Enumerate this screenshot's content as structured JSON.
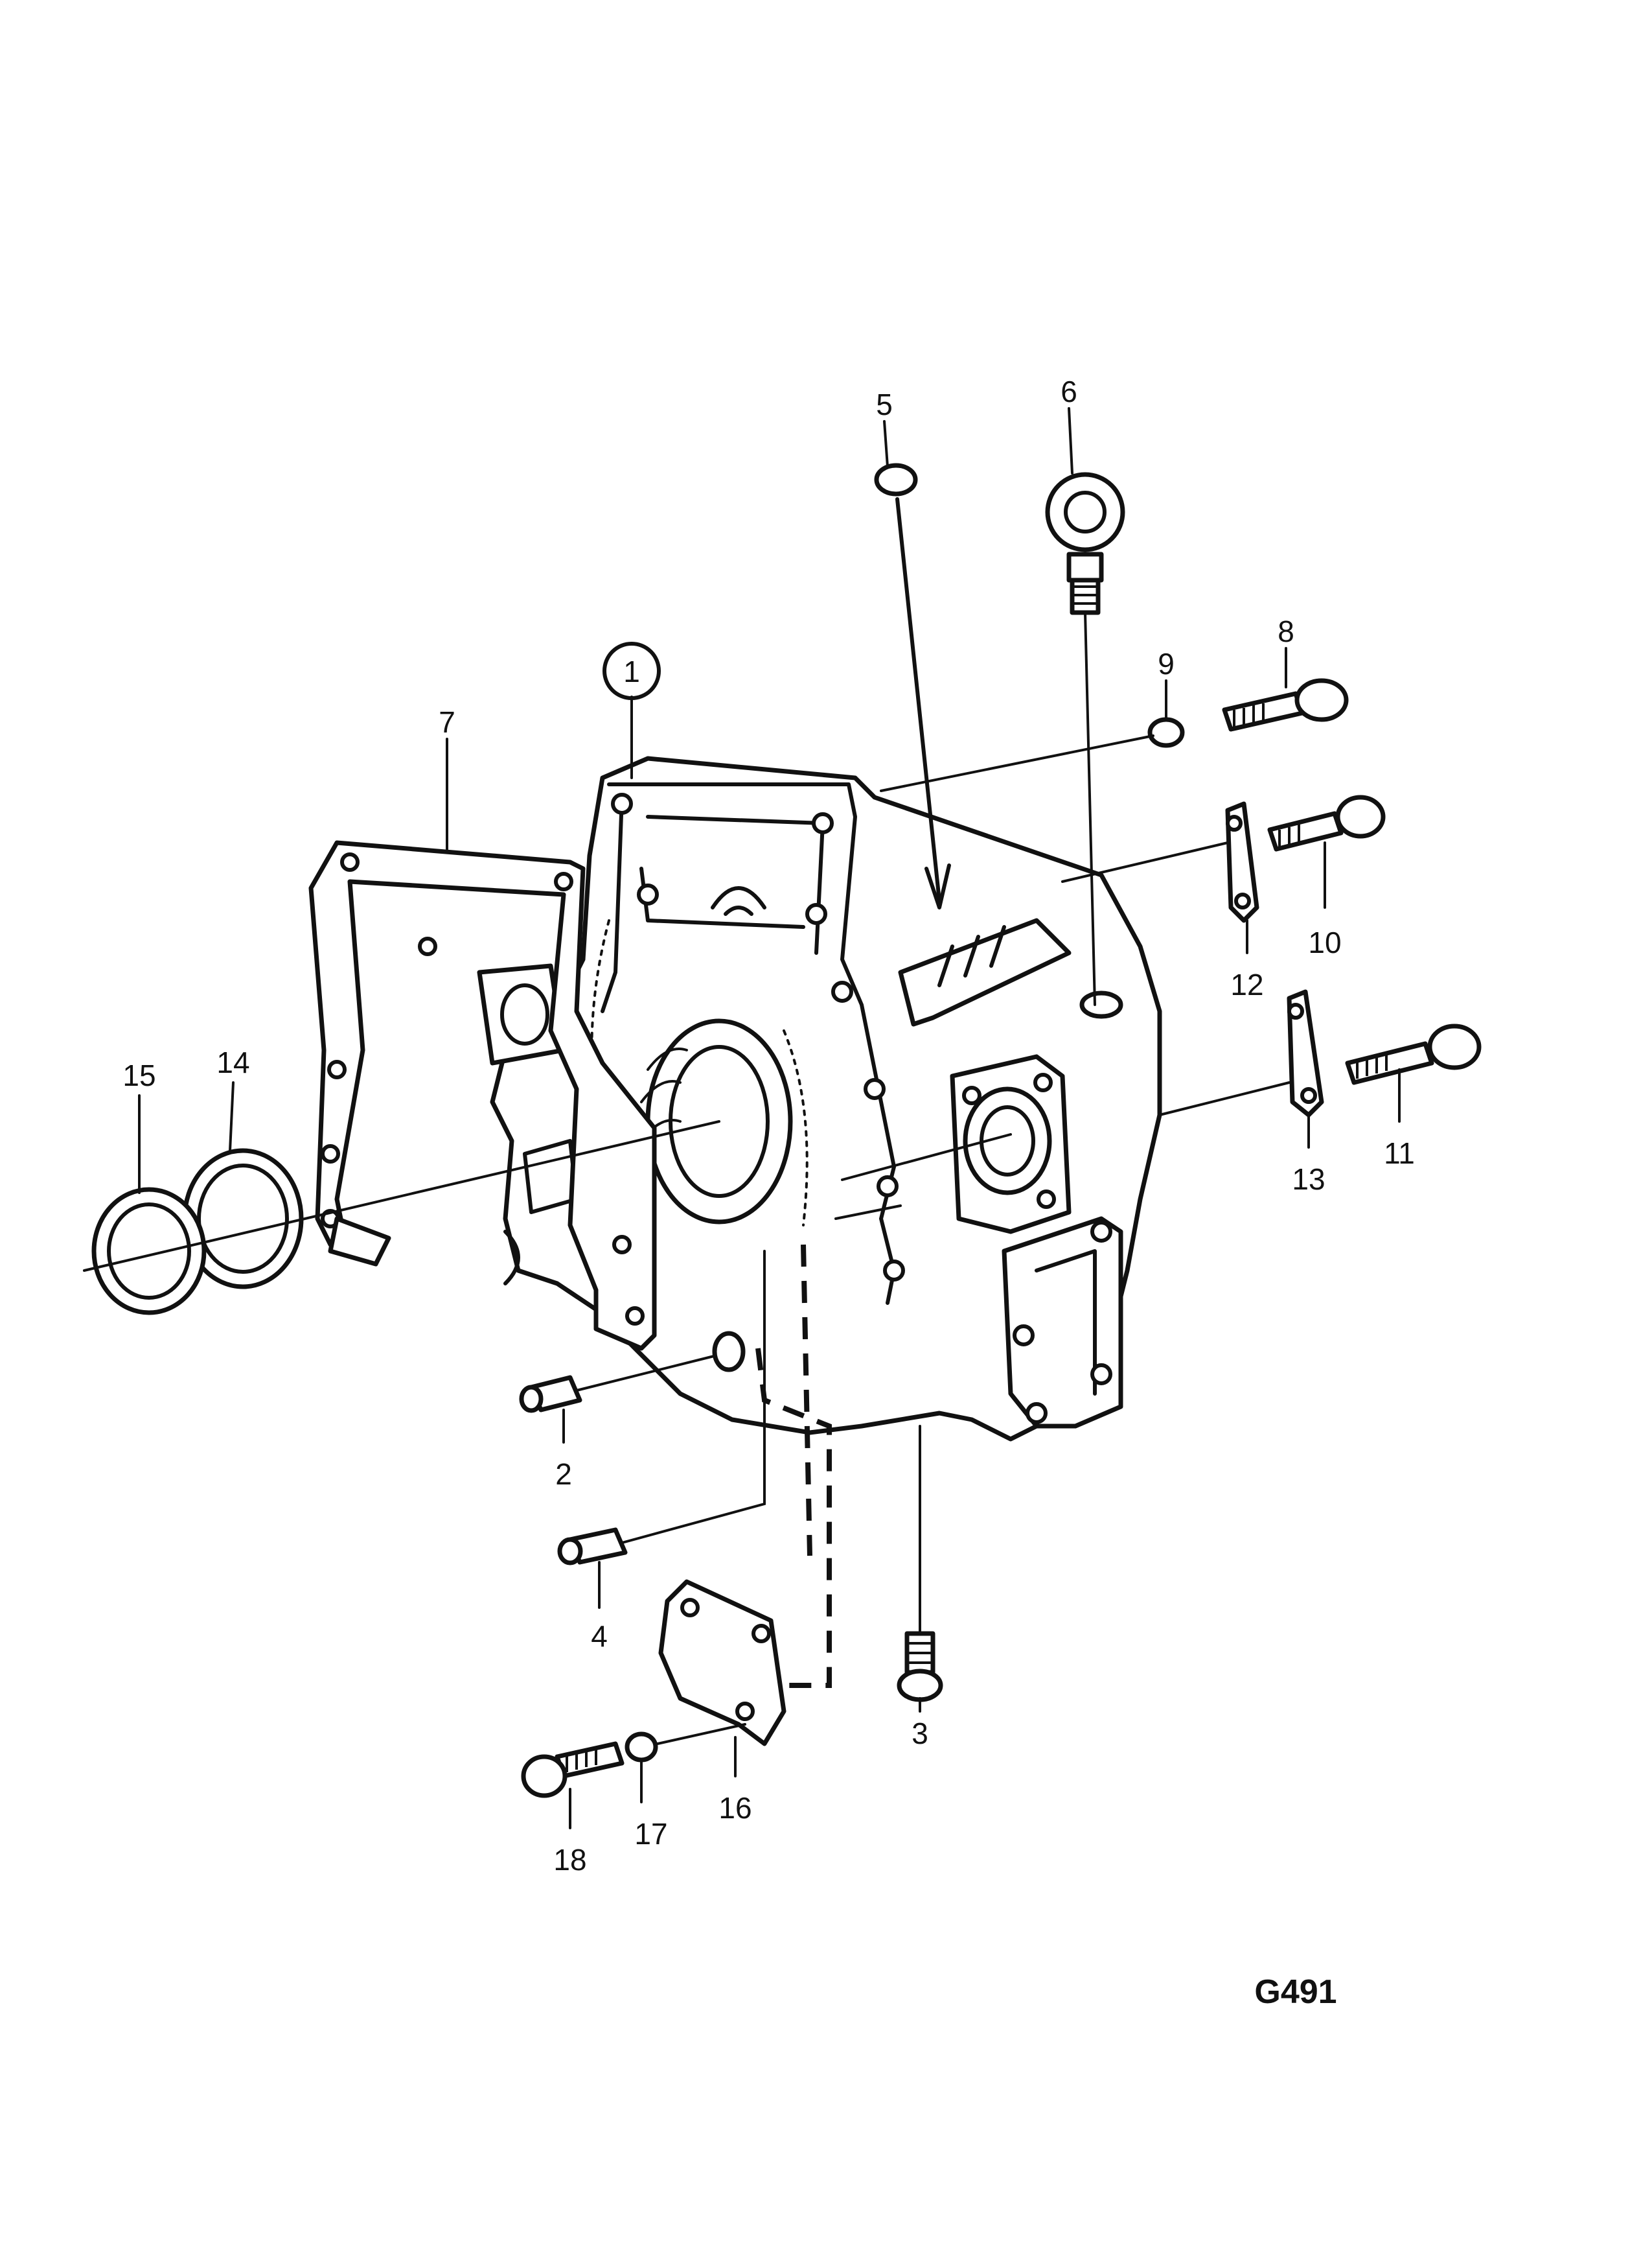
{
  "drawing_code": "G491",
  "callouts": [
    {
      "id": "1",
      "label": "1",
      "circled": true
    },
    {
      "id": "2",
      "label": "2"
    },
    {
      "id": "3",
      "label": "3"
    },
    {
      "id": "4",
      "label": "4"
    },
    {
      "id": "5",
      "label": "5"
    },
    {
      "id": "6",
      "label": "6"
    },
    {
      "id": "7",
      "label": "7"
    },
    {
      "id": "8",
      "label": "8"
    },
    {
      "id": "9",
      "label": "9"
    },
    {
      "id": "10",
      "label": "10"
    },
    {
      "id": "11",
      "label": "11"
    },
    {
      "id": "12",
      "label": "12"
    },
    {
      "id": "13",
      "label": "13"
    },
    {
      "id": "14",
      "label": "14"
    },
    {
      "id": "15",
      "label": "15"
    },
    {
      "id": "16",
      "label": "16"
    },
    {
      "id": "17",
      "label": "17"
    },
    {
      "id": "18",
      "label": "18"
    }
  ]
}
